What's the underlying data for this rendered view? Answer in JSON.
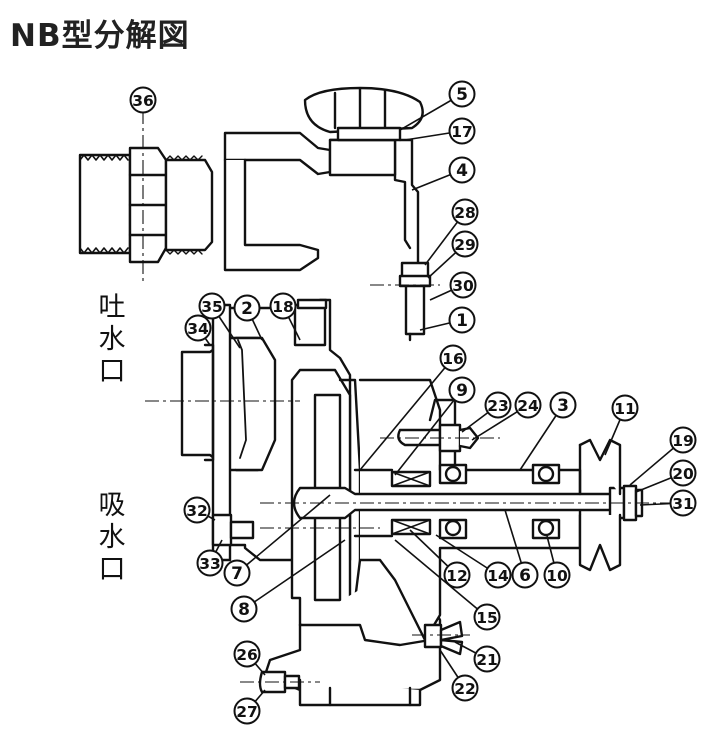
{
  "title": "NB型分解図",
  "discharge_label": [
    "吐",
    "水",
    "口"
  ],
  "suction_label": [
    "吸",
    "水",
    "口"
  ],
  "part_numbers": [
    "36",
    "5",
    "17",
    "4",
    "28",
    "29",
    "30",
    "1",
    "35",
    "2",
    "18",
    "34",
    "16",
    "9",
    "23",
    "24",
    "3",
    "11",
    "19",
    "20",
    "31",
    "32",
    "33",
    "7",
    "8",
    "12",
    "14",
    "6",
    "10",
    "15",
    "21",
    "22",
    "26",
    "27"
  ],
  "colors": {
    "ink": "#111111",
    "fill": "#ffffff",
    "grey": "#7a7a7a"
  }
}
